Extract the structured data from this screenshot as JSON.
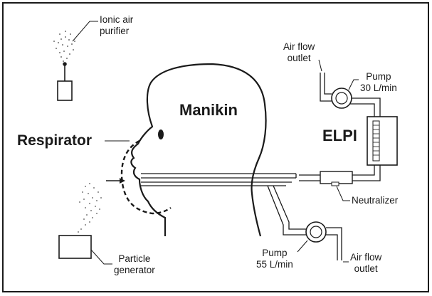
{
  "labels": {
    "ionic_air_purifier": "Ionic air\npurifier",
    "manikin": "Manikin",
    "respirator": "Respirator",
    "elpi": "ELPI",
    "air_flow_outlet_top": "Air flow\noutlet",
    "pump_top": "Pump\n30 L/min",
    "neutralizer": "Neutralizer",
    "particle_generator": "Particle\ngenerator",
    "pump_bottom": "Pump\n55 L/min",
    "air_flow_outlet_bottom": "Air flow\noutlet"
  },
  "colors": {
    "line": "#1a1a1a",
    "background": "#ffffff"
  }
}
